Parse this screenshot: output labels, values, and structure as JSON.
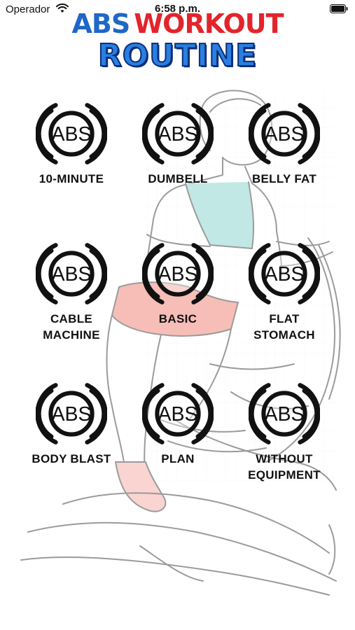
{
  "status_bar": {
    "carrier": "Operador",
    "time": "6:58 p.m."
  },
  "header": {
    "logo_word1": "ABS",
    "logo_word2": "WORKOUT",
    "logo_word3": "ROUTINE"
  },
  "colors": {
    "logo_blue": "#1f67c8",
    "logo_red": "#e3242b",
    "logo_dark_blue": "#0c2f7a",
    "label": "#111111"
  },
  "icon_text": "ABS",
  "workouts": [
    {
      "label": "10-MINUTE"
    },
    {
      "label": "DUMBELL"
    },
    {
      "label": "BELLY FAT"
    },
    {
      "label": "CABLE MACHINE"
    },
    {
      "label": "BASIC"
    },
    {
      "label": "FLAT STOMACH"
    },
    {
      "label": "BODY BLAST"
    },
    {
      "label": "PLAN"
    },
    {
      "label": "WITHOUT EQUIPMENT"
    }
  ]
}
